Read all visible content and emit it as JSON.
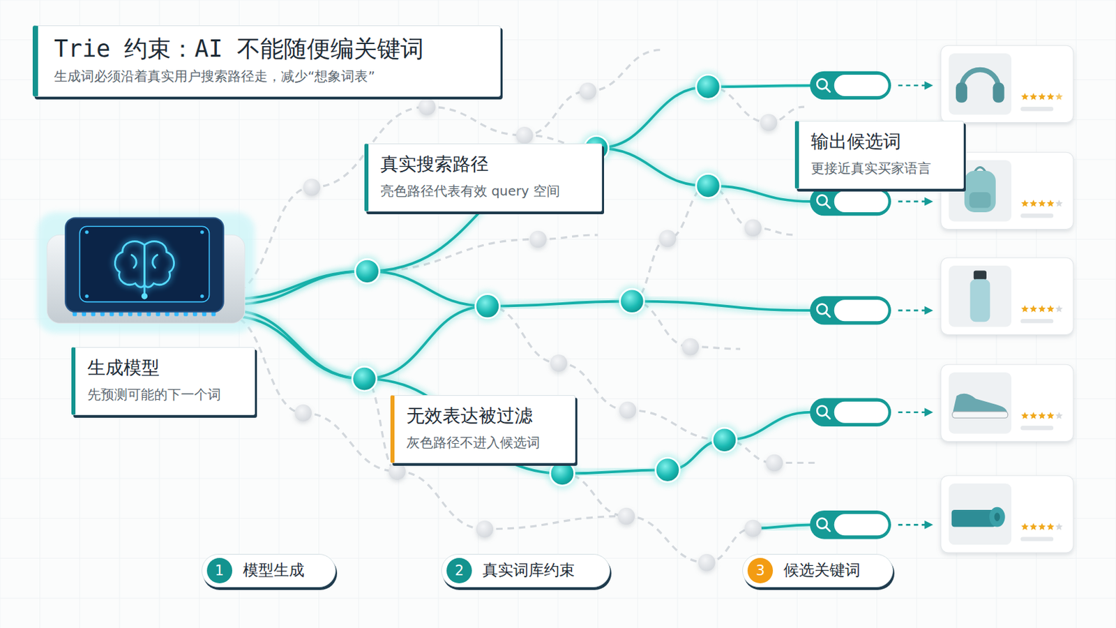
{
  "diagram": {
    "title": "Trie 约束：AI 不能随便编关键词",
    "caption": "生成词必须沿着真实用户搜索路径走，减少“想象词表”",
    "nodes": [
      {
        "text": [
          "生成模型",
          "先预测可能的下一个词"
        ]
      },
      {
        "text": [
          "真实搜索路径",
          "亮色路径代表有效 query 空间"
        ]
      },
      {
        "text": [
          "无效表达被过滤",
          "灰色路径不进入候选词"
        ]
      },
      {
        "text": [
          "输出候选词",
          "更接近真实买家语言"
        ]
      },
      {
        "text": [
          "1",
          "模型生成"
        ]
      },
      {
        "text": [
          "2",
          "真实词库约束"
        ]
      },
      {
        "text": [
          "3",
          "候选关键词"
        ]
      }
    ]
  }
}
